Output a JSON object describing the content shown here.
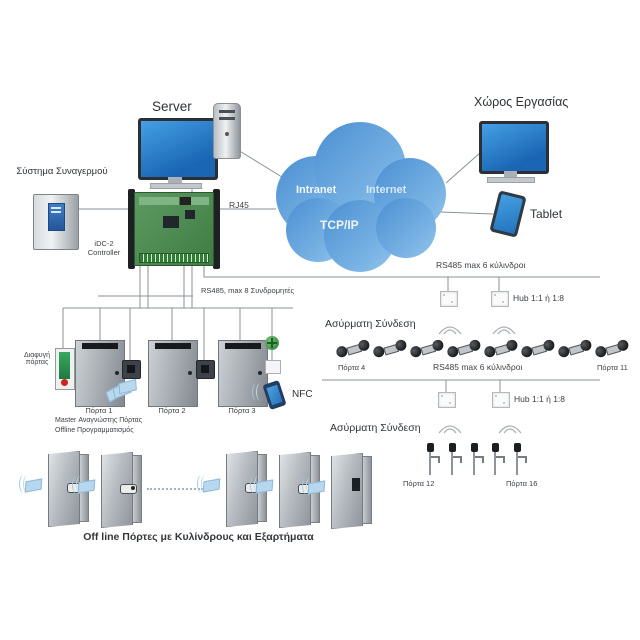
{
  "diagram": {
    "server": {
      "label": "Server"
    },
    "workspace": {
      "label": "Χώρος Εργασίας"
    },
    "tablet": {
      "label": "Tablet"
    },
    "cloud": {
      "intranet": "Intranet",
      "internet": "Internet",
      "protocol": "TCP/IP"
    },
    "alarm": {
      "label": "Σύστημα Συναγερμού"
    },
    "controller": {
      "label": "iDC-2 Controller",
      "port": "RJ45"
    },
    "door_bus": {
      "label": "RS485, max 8 Συνδρομητές"
    },
    "doors": {
      "exit": "Διαφυγή πόρτας",
      "door1": "Πόρτα 1",
      "door1_line2": "Master Αναγνώστης Πόρτας",
      "door1_line3": "Offline Προγραμματισμός",
      "door2": "Πόρτα 2",
      "door3": "Πόρτα 3",
      "nfc": "NFC"
    },
    "cylinder_group": {
      "bus_label": "RS485 max 6 κύλινδροι",
      "hub_label": "Hub 1:1 ή 1:8",
      "wireless_label": "Ασύρματη Σύνδεση",
      "first_door": "Πόρτα 4",
      "mid_label": "RS485 max 6 κύλινδροι",
      "last_door": "Πόρτα 11"
    },
    "handle_group": {
      "hub_label": "Hub 1:1 ή 1:8",
      "wireless_label": "Ασύρματη Σύνδεση",
      "first_door": "Πόρτα 12",
      "last_door": "Πόρτα 16"
    },
    "offline": {
      "caption": "Off line Πόρτες με Κυλίνδρους και Εξαρτήματα"
    }
  },
  "colors": {
    "cloud_dark": "#4a8fd2",
    "cloud_light": "#8fc3ec",
    "screen_blue": "#2a86d2",
    "pcb_green": "#4c8b4c",
    "line_gray": "#8a9096",
    "device_green": "#2e9e52"
  }
}
